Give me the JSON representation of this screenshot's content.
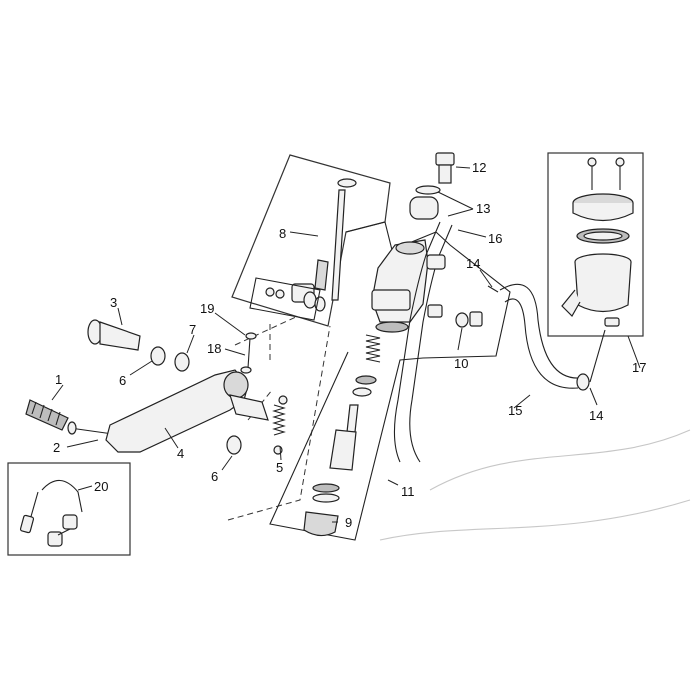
{
  "diagram": {
    "callouts": [
      "1",
      "2",
      "3",
      "4",
      "5",
      "6",
      "7",
      "8",
      "9",
      "10",
      "11",
      "12",
      "13",
      "14",
      "15",
      "16",
      "17",
      "18",
      "19",
      "20",
      "6",
      "14"
    ]
  }
}
